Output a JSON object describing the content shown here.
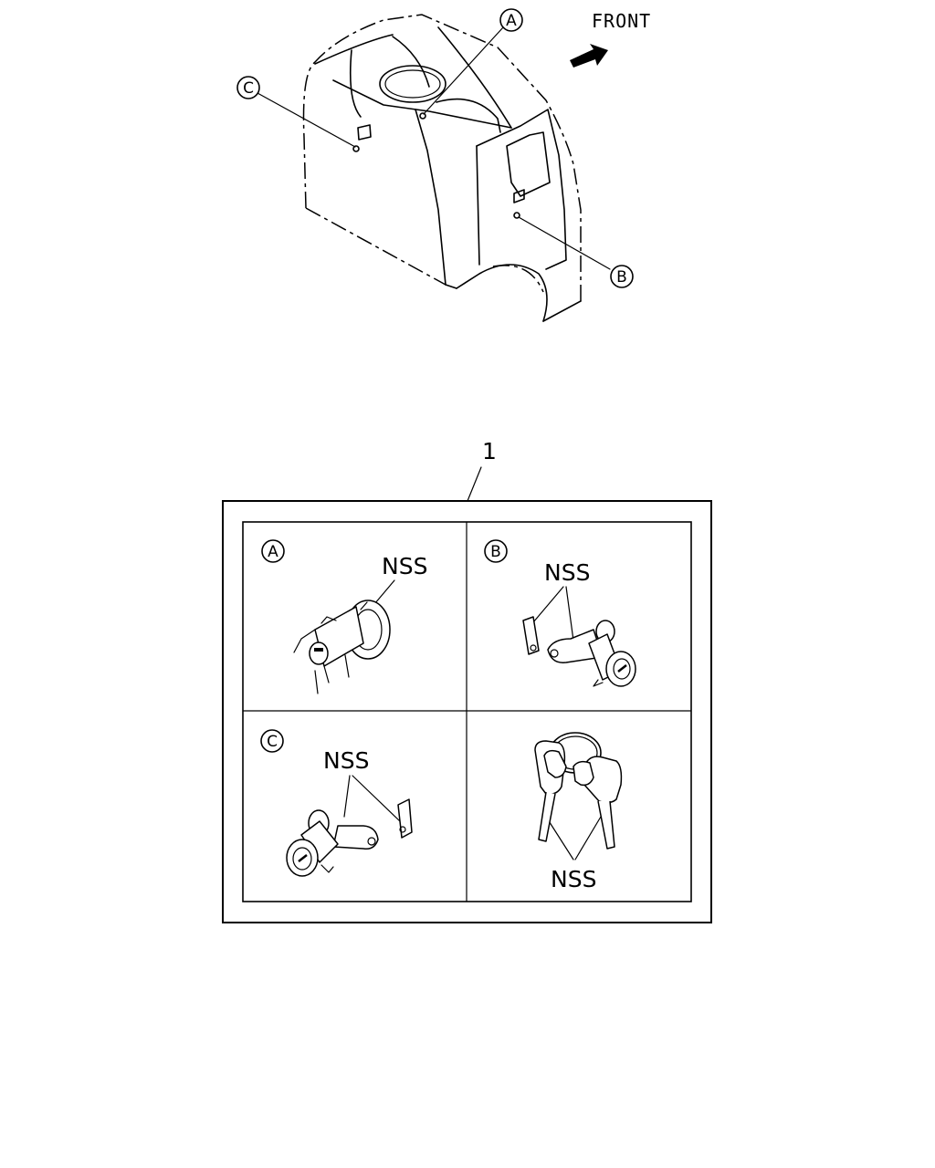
{
  "orientation": {
    "label": "FRONT"
  },
  "callouts": {
    "a": "A",
    "b": "B",
    "c": "C"
  },
  "kit": {
    "part_number": "1",
    "panels": [
      {
        "letter": "A",
        "note": "NSS"
      },
      {
        "letter": "B",
        "note": "NSS"
      },
      {
        "letter": "C",
        "note": "NSS"
      },
      {
        "letter": "",
        "note": "NSS"
      }
    ]
  },
  "colors": {
    "line": "#000000",
    "background": "#ffffff"
  }
}
